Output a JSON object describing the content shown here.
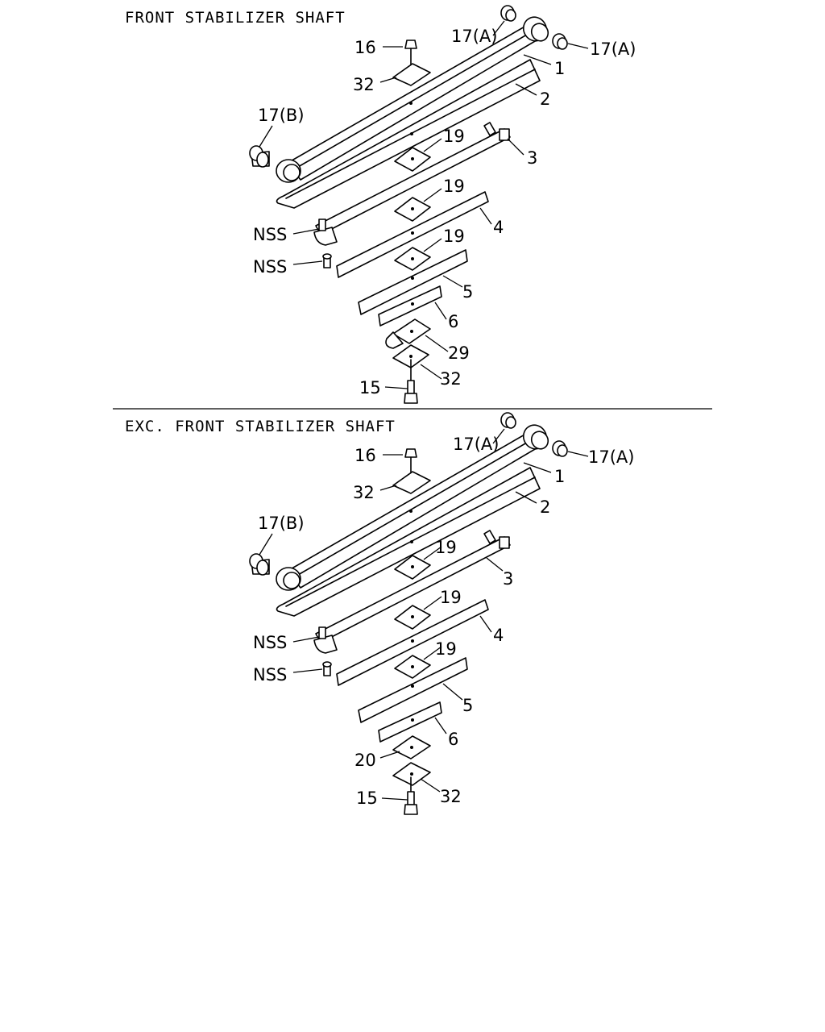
{
  "sections": [
    {
      "title": "FRONT STABILIZER SHAFT",
      "labels": {
        "bushing_a_top": "17(A)",
        "bushing_a_right": "17(A)",
        "bushing_b": "17(B)",
        "nut": "16",
        "plate_top": "32",
        "leaf_1": "1",
        "leaf_2": "2",
        "leaf_3": "3",
        "leaf_4": "4",
        "leaf_5": "5",
        "leaf_6": "6",
        "liner_a": "19",
        "liner_b": "19",
        "liner_c": "19",
        "clip": "NSS",
        "rivet": "NSS",
        "bracket": "29",
        "plate_bottom": "32",
        "bolt": "15"
      }
    },
    {
      "title": "EXC.  FRONT STABILIZER SHAFT",
      "labels": {
        "bushing_a_top": "17(A)",
        "bushing_a_right": "17(A)",
        "bushing_b": "17(B)",
        "nut": "16",
        "plate_top": "32",
        "leaf_1": "1",
        "leaf_2": "2",
        "leaf_3": "3",
        "leaf_4": "4",
        "leaf_5": "5",
        "leaf_6": "6",
        "liner_a": "19",
        "liner_b": "19",
        "liner_c": "19",
        "clip": "NSS",
        "rivet": "NSS",
        "spacer": "20",
        "plate_bottom": "32",
        "bolt": "15"
      }
    }
  ]
}
